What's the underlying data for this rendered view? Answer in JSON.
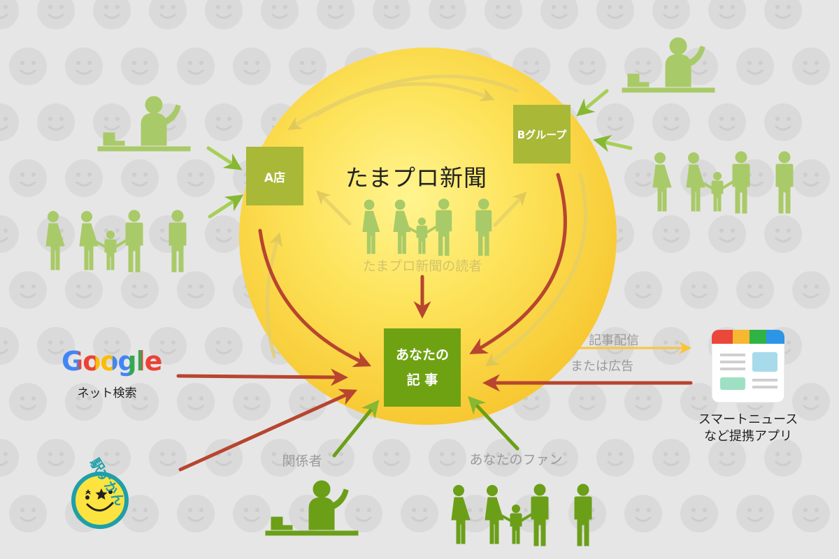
{
  "title": "たまプロ新聞",
  "readers_label": "たまプロ新聞の読者",
  "store_a": "A店",
  "group_b": "Bグループ",
  "article_line1": "あなたの",
  "article_line2": "記 事",
  "google_logo": "Google",
  "google_caption": "ネット検索",
  "eki_zukan": "駅ずかん",
  "delivery_line1": "記事配信",
  "delivery_line2": "または広告",
  "smartnews_line1": "スマートニュース",
  "smartnews_line2": "など提携アプリ",
  "stakeholders_label": "関係者",
  "fans_label": "あなたのファン",
  "colors": {
    "background": "#e6e6e6",
    "circle_yellow": "#fbdb48",
    "box_olive": "#a9b837",
    "box_green": "#6fa212",
    "people_light": "#a9ca68",
    "people_dark": "#6b9f18",
    "arrow_red": "#b7452f",
    "arrow_green": "#86b832",
    "arrow_yellow": "#f9c43a"
  },
  "icons": [
    "person-at-desk-icon",
    "family-icon",
    "app-icon",
    "smiley-station-icon"
  ]
}
